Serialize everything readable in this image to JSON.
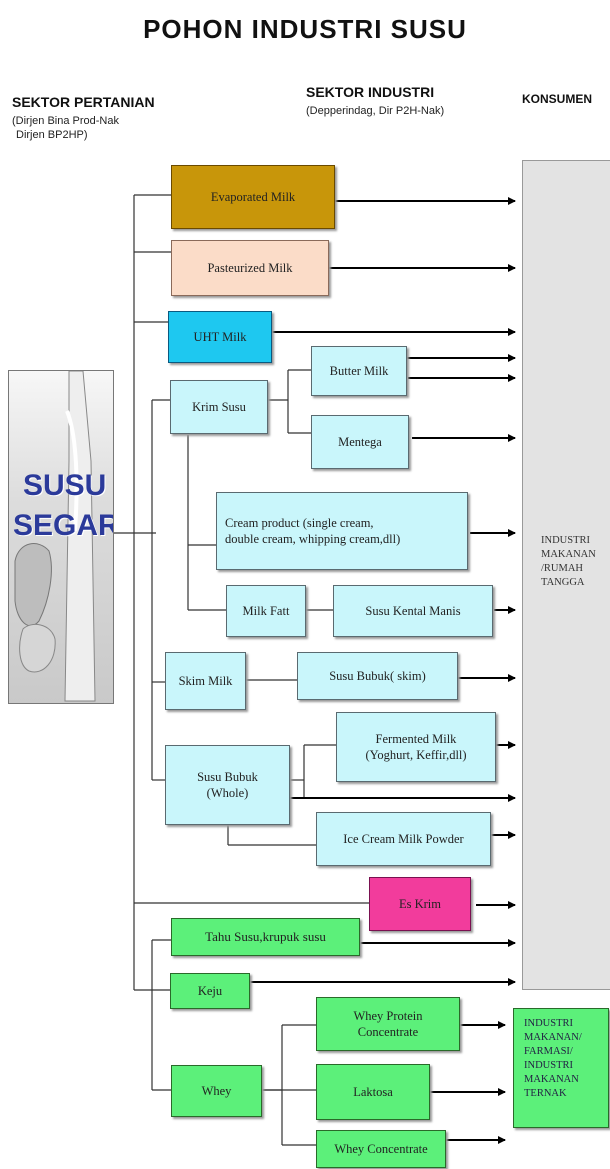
{
  "title": "POHON INDUSTRI SUSU",
  "columns": {
    "pertanian": {
      "label": "SEKTOR PERTANIAN",
      "sub1": "(Dirjen Bina Prod-Nak",
      "sub2": "Dirjen BP2HP)"
    },
    "industri": {
      "label": "SEKTOR INDUSTRI",
      "sub1": "(Depperindag, Dir P2H-Nak)"
    },
    "konsumen": {
      "label": "KONSUMEN"
    }
  },
  "source": {
    "line1": "SUSU",
    "line2": "SEGAR"
  },
  "boxes": {
    "evaporated": "Evaporated Milk",
    "pasteurized": "Pasteurized Milk",
    "uht": "UHT Milk",
    "krim_susu": "Krim Susu",
    "butter_milk": "Butter Milk",
    "mentega": "Mentega",
    "cream_product_1": "Cream product (single cream,",
    "cream_product_2": "double cream, whipping cream,dll)",
    "milk_fatt": "Milk Fatt",
    "susu_kental_manis": "Susu Kental Manis",
    "skim_milk": "Skim Milk",
    "susu_bubuk_skim": "Susu Bubuk( skim)",
    "susu_bubuk_whole_1": "Susu Bubuk",
    "susu_bubuk_whole_2": "(Whole)",
    "fermented_1": "Fermented Milk",
    "fermented_2": "(Yoghurt, Keffir,dll)",
    "ice_cream_powder": "Ice  Cream Milk Powder",
    "es_krim": "Es Krim",
    "tahu_susu": "Tahu Susu,krupuk susu",
    "keju": "Keju",
    "whey": "Whey",
    "whey_protein_1": "Whey Protein",
    "whey_protein_2": "Concentrate",
    "laktosa": "Laktosa",
    "whey_concentrate": "Whey Concentrate"
  },
  "consumers": {
    "food_household": [
      "INDUSTRI",
      "MAKANAN",
      "/RUMAH",
      "TANGGA"
    ],
    "food_pharma_feed": [
      "INDUSTRI",
      "MAKANAN/",
      "FARMASI/",
      "INDUSTRI",
      "MAKANAN",
      "TERNAK"
    ]
  },
  "colors": {
    "evaporated": "#c8960a",
    "pasteurized": "#fbdcc8",
    "uht": "#1ec8f0",
    "cyan_box": "#c9f6fb",
    "es_krim": "#f23c9c",
    "green_box": "#5cf07a",
    "consumer_panel": "#e3e3e3",
    "source_text": "#2b3a9a"
  }
}
